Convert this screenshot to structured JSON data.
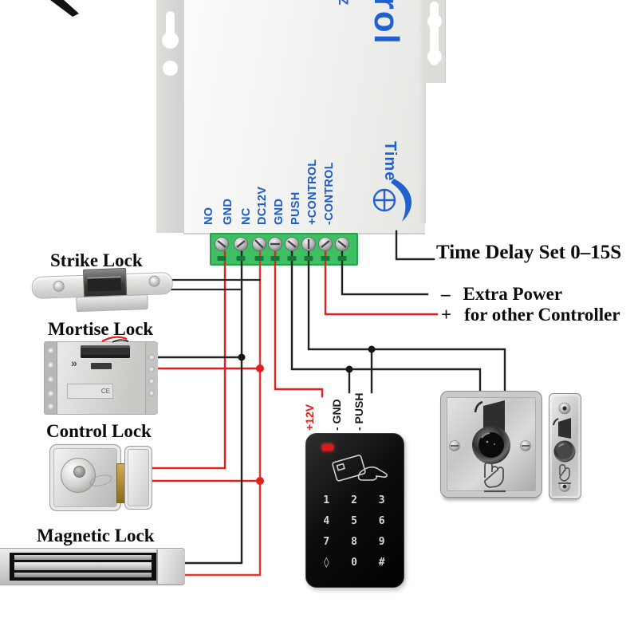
{
  "title": "Door access control system wiring diagram",
  "controller": {
    "top_partial_text": "trol",
    "side_partial_text": "Z",
    "time_label": "Time",
    "terminals": [
      "NO",
      "GND",
      "NC",
      "DC12V",
      "GND",
      "PUSH",
      "+CONTROL",
      "-CONTROL"
    ]
  },
  "locks": {
    "strike": "Strike Lock",
    "mortise": "Mortise Lock",
    "control": "Control Lock",
    "magnetic": "Magnetic Lock"
  },
  "annotations": {
    "time_delay": "Time Delay Set 0–15S",
    "extra_power_sign1": "–",
    "extra_power_line1": "Extra Power",
    "extra_power_sign2": "+",
    "extra_power_line2": "for other Controller"
  },
  "wire_labels": {
    "plus12v": "+12V",
    "gnd": "- GND",
    "push": "- PUSH"
  },
  "keypad": {
    "keys": [
      "1",
      "2",
      "3",
      "4",
      "5",
      "6",
      "7",
      "8",
      "9",
      "◊",
      "0",
      "#"
    ]
  },
  "device_markings": {
    "mortise_chevrons": "»",
    "mortise_ce": "CE"
  },
  "colors": {
    "wire_red": "#e2201d",
    "wire_black": "#222222",
    "label_blue": "#1d5cc9",
    "terminal_green": "#3fbf63"
  }
}
